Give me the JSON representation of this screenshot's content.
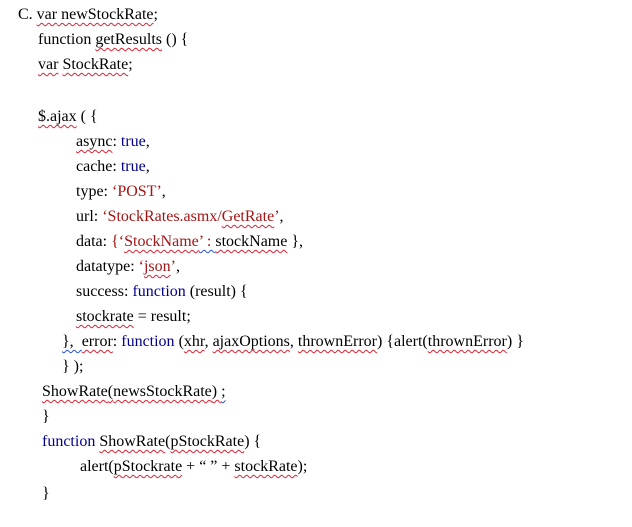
{
  "colors": {
    "text": "#000000",
    "keyword": "#00008b",
    "string": "#a31515"
  },
  "code": {
    "l1": {
      "prefix": "C. ",
      "var": "var",
      "name": " newStockRate",
      "end": ";"
    },
    "l2": {
      "a": "function ",
      "b": "getResults",
      "c": " () {"
    },
    "l3": {
      "a": "var",
      "b": " ",
      "c": "StockRate",
      "d": ";"
    },
    "l4": {
      "a": "$.ajax",
      "b": " ( {"
    },
    "l5": {
      "a": "async",
      "b": ": ",
      "c": "true",
      "d": ","
    },
    "l6": {
      "a": "cache: ",
      "b": "true",
      "c": ","
    },
    "l7": {
      "a": "type: ",
      "b": "‘POST’",
      "c": ","
    },
    "l8": {
      "a": "url: ",
      "b": "‘StockRates.asmx/",
      "c": "GetRate",
      "d": "’",
      "e": ","
    },
    "l9": {
      "a": "data: ",
      "b": "{‘",
      "c": "StockName",
      "d": "’ : ",
      "e": "stockName",
      "f": " },"
    },
    "l10": {
      "a": "datatype: ",
      "b": "‘",
      "c": "json",
      "d": "’",
      "e": ","
    },
    "l11": {
      "a": "success: ",
      "b": "function",
      "c": " (result) {"
    },
    "l12": {
      "a": "stockrate",
      "b": " = result;"
    },
    "l13": {
      "a": "},  ",
      "b": "error",
      "c": ": ",
      "d": "function",
      "e": " (",
      "f": "xhr",
      "g": ", ",
      "h": "ajaxOptions",
      "i": ", ",
      "j": "thrownError",
      "k": ") {alert(",
      "l": "thrownError",
      "m": ") }"
    },
    "l14": {
      "a": "} );"
    },
    "l15": {
      "a": "ShowRate",
      "b": "(",
      "c": "newsStockRate",
      "d": ") ",
      "e": ";"
    },
    "l16": {
      "a": "}"
    },
    "l17": {
      "a": "function ",
      "b": "ShowRate",
      "c": "(",
      "d": "pStockRate",
      "e": ") {"
    },
    "l18": {
      "a": "alert(",
      "b": "pStockrate",
      "c": " + “ ” + ",
      "d": "stockRate",
      "e": ");"
    },
    "l19": {
      "a": "}"
    }
  }
}
